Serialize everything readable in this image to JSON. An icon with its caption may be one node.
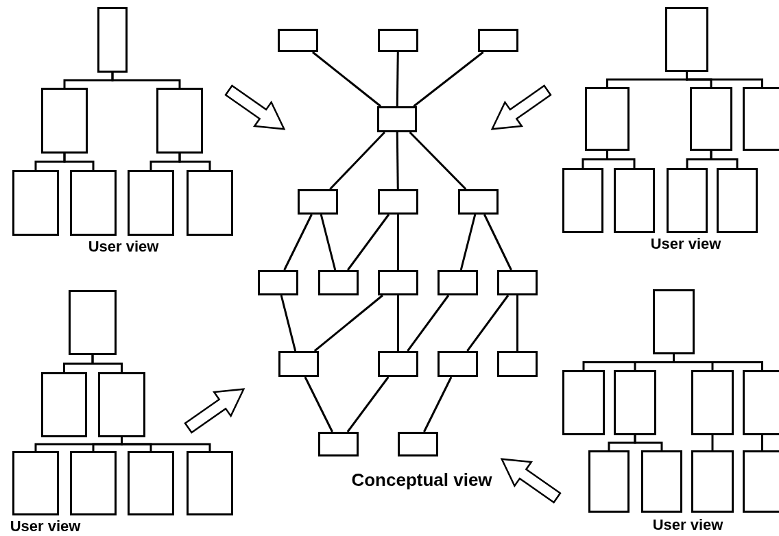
{
  "diagram": {
    "nodes": [
      {
        "text": [],
        "shape": "box"
      },
      {
        "text": [],
        "shape": "box"
      },
      {
        "text": [],
        "shape": "box"
      },
      {
        "text": [],
        "shape": "box"
      },
      {
        "text": [],
        "shape": "box"
      },
      {
        "text": [],
        "shape": "box"
      },
      {
        "text": [],
        "shape": "box"
      },
      {
        "text": [],
        "shape": "box"
      },
      {
        "text": [],
        "shape": "box"
      },
      {
        "text": [],
        "shape": "box"
      },
      {
        "text": [],
        "shape": "box"
      },
      {
        "text": [],
        "shape": "box"
      },
      {
        "text": [],
        "shape": "box"
      },
      {
        "text": [],
        "shape": "box"
      },
      {
        "text": [],
        "shape": "box"
      },
      {
        "text": [],
        "shape": "box"
      },
      {
        "text": [],
        "shape": "box"
      },
      {
        "text": [],
        "shape": "box"
      },
      {
        "text": [],
        "shape": "box"
      },
      {
        "text": [],
        "shape": "box"
      },
      {
        "text": [],
        "shape": "box"
      },
      {
        "text": [],
        "shape": "box"
      },
      {
        "text": [],
        "shape": "box"
      },
      {
        "text": [],
        "shape": "box"
      },
      {
        "text": [],
        "shape": "box"
      },
      {
        "text": [],
        "shape": "box"
      },
      {
        "text": [],
        "shape": "box"
      },
      {
        "text": [],
        "shape": "box"
      },
      {
        "text": [],
        "shape": "box"
      },
      {
        "text": [],
        "shape": "box"
      },
      {
        "text": [],
        "shape": "box"
      },
      {
        "text": [],
        "shape": "box"
      },
      {
        "text": [],
        "shape": "box"
      },
      {
        "text": [],
        "shape": "box"
      },
      {
        "text": [],
        "shape": "box"
      },
      {
        "text": [],
        "shape": "box"
      },
      {
        "text": [],
        "shape": "box"
      },
      {
        "text": [],
        "shape": "box"
      },
      {
        "text": [],
        "shape": "box"
      },
      {
        "text": [],
        "shape": "box"
      },
      {
        "text": [],
        "shape": "box"
      },
      {
        "text": [],
        "shape": "box"
      },
      {
        "text": [],
        "shape": "box"
      },
      {
        "text": [],
        "shape": "box"
      },
      {
        "text": [],
        "shape": "box"
      },
      {
        "text": [],
        "shape": "box"
      },
      {
        "text": [],
        "shape": "box"
      },
      {
        "text": [],
        "shape": "box"
      },
      {
        "text": [],
        "shape": "box"
      }
    ],
    "edges": [
      {
        "from": 0,
        "to": 1,
        "arrow": "none"
      },
      {
        "from": 0,
        "to": 2,
        "arrow": "none"
      },
      {
        "from": 1,
        "to": 3,
        "arrow": "none"
      },
      {
        "from": 1,
        "to": 4,
        "arrow": "none"
      },
      {
        "from": 2,
        "to": 5,
        "arrow": "none"
      },
      {
        "from": 2,
        "to": 6,
        "arrow": "none"
      },
      {
        "from": 7,
        "to": 10,
        "arrow": "none"
      },
      {
        "from": 8,
        "to": 10,
        "arrow": "none"
      },
      {
        "from": 9,
        "to": 10,
        "arrow": "none"
      },
      {
        "from": 10,
        "to": 11,
        "arrow": "none"
      },
      {
        "from": 10,
        "to": 12,
        "arrow": "none"
      },
      {
        "from": 10,
        "to": 13,
        "arrow": "none"
      },
      {
        "from": 11,
        "to": 14,
        "arrow": "none"
      },
      {
        "from": 11,
        "to": 15,
        "arrow": "none"
      },
      {
        "from": 12,
        "to": 15,
        "arrow": "none"
      },
      {
        "from": 12,
        "to": 16,
        "arrow": "none"
      },
      {
        "from": 13,
        "to": 17,
        "arrow": "none"
      },
      {
        "from": 13,
        "to": 18,
        "arrow": "none"
      },
      {
        "from": 14,
        "to": 19,
        "arrow": "none"
      },
      {
        "from": 16,
        "to": 19,
        "arrow": "none"
      },
      {
        "from": 16,
        "to": 20,
        "arrow": "none"
      },
      {
        "from": 17,
        "to": 20,
        "arrow": "none"
      },
      {
        "from": 18,
        "to": 21,
        "arrow": "none"
      },
      {
        "from": 18,
        "to": 22,
        "arrow": "none"
      },
      {
        "from": 19,
        "to": 23,
        "arrow": "none"
      },
      {
        "from": 20,
        "to": 23,
        "arrow": "none"
      },
      {
        "from": 21,
        "to": 24,
        "arrow": "none"
      },
      {
        "from": 25,
        "to": 26,
        "arrow": "none"
      },
      {
        "from": 25,
        "to": 27,
        "arrow": "none"
      },
      {
        "from": 25,
        "to": 28,
        "arrow": "none"
      },
      {
        "from": 26,
        "to": 29,
        "arrow": "none"
      },
      {
        "from": 26,
        "to": 30,
        "arrow": "none"
      },
      {
        "from": 27,
        "to": 31,
        "arrow": "none"
      },
      {
        "from": 27,
        "to": 32,
        "arrow": "none"
      },
      {
        "from": 33,
        "to": 34,
        "arrow": "none"
      },
      {
        "from": 33,
        "to": 35,
        "arrow": "none"
      },
      {
        "from": 35,
        "to": 36,
        "arrow": "none"
      },
      {
        "from": 35,
        "to": 37,
        "arrow": "none"
      },
      {
        "from": 35,
        "to": 38,
        "arrow": "none"
      },
      {
        "from": 35,
        "to": 39,
        "arrow": "none"
      },
      {
        "from": 40,
        "to": 41,
        "arrow": "none"
      },
      {
        "from": 40,
        "to": 42,
        "arrow": "none"
      },
      {
        "from": 40,
        "to": 43,
        "arrow": "none"
      },
      {
        "from": 40,
        "to": 44,
        "arrow": "none"
      },
      {
        "from": 42,
        "to": 45,
        "arrow": "none"
      },
      {
        "from": 42,
        "to": 46,
        "arrow": "none"
      },
      {
        "from": 43,
        "to": 47,
        "arrow": "none"
      },
      {
        "from": 44,
        "to": 48,
        "arrow": "none"
      }
    ],
    "labels": [
      "User view",
      "User view",
      "Conceptual view",
      "User view",
      "User view"
    ]
  }
}
